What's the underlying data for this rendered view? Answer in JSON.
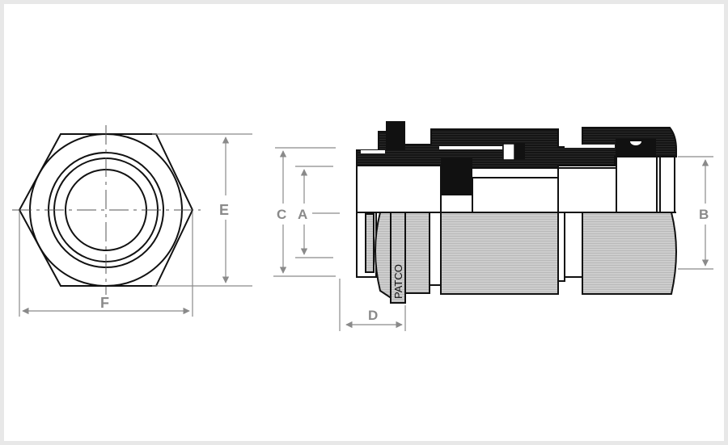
{
  "diagram": {
    "subject": "Cable gland technical drawing",
    "views": [
      "end-view-hex",
      "side-section-view"
    ],
    "dimension_labels": {
      "A": "A",
      "B": "B",
      "C": "C",
      "D": "D",
      "E": "E",
      "F": "F"
    },
    "brand_marking": "PATCO",
    "colors": {
      "background": "#ffffff",
      "border": "#e8e8e8",
      "line": "#111111",
      "dimension": "#8a8a8a",
      "section_fill": "#1a1a1a",
      "thread_fill": "#c8c8c8"
    }
  }
}
